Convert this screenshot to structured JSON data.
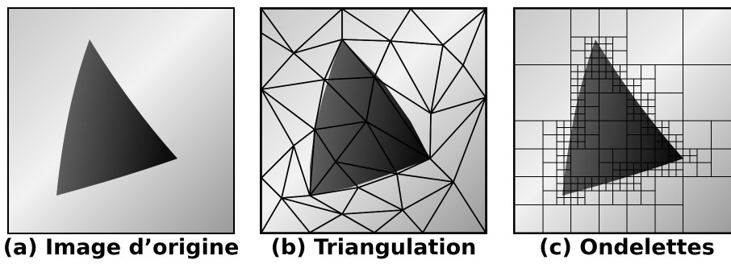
{
  "figure": {
    "panels": [
      {
        "id": "a",
        "caption": "(a) Image d’origine"
      },
      {
        "id": "b",
        "caption": "(b) Triangulation"
      },
      {
        "id": "c",
        "caption": "(c) Ondelettes"
      }
    ]
  }
}
